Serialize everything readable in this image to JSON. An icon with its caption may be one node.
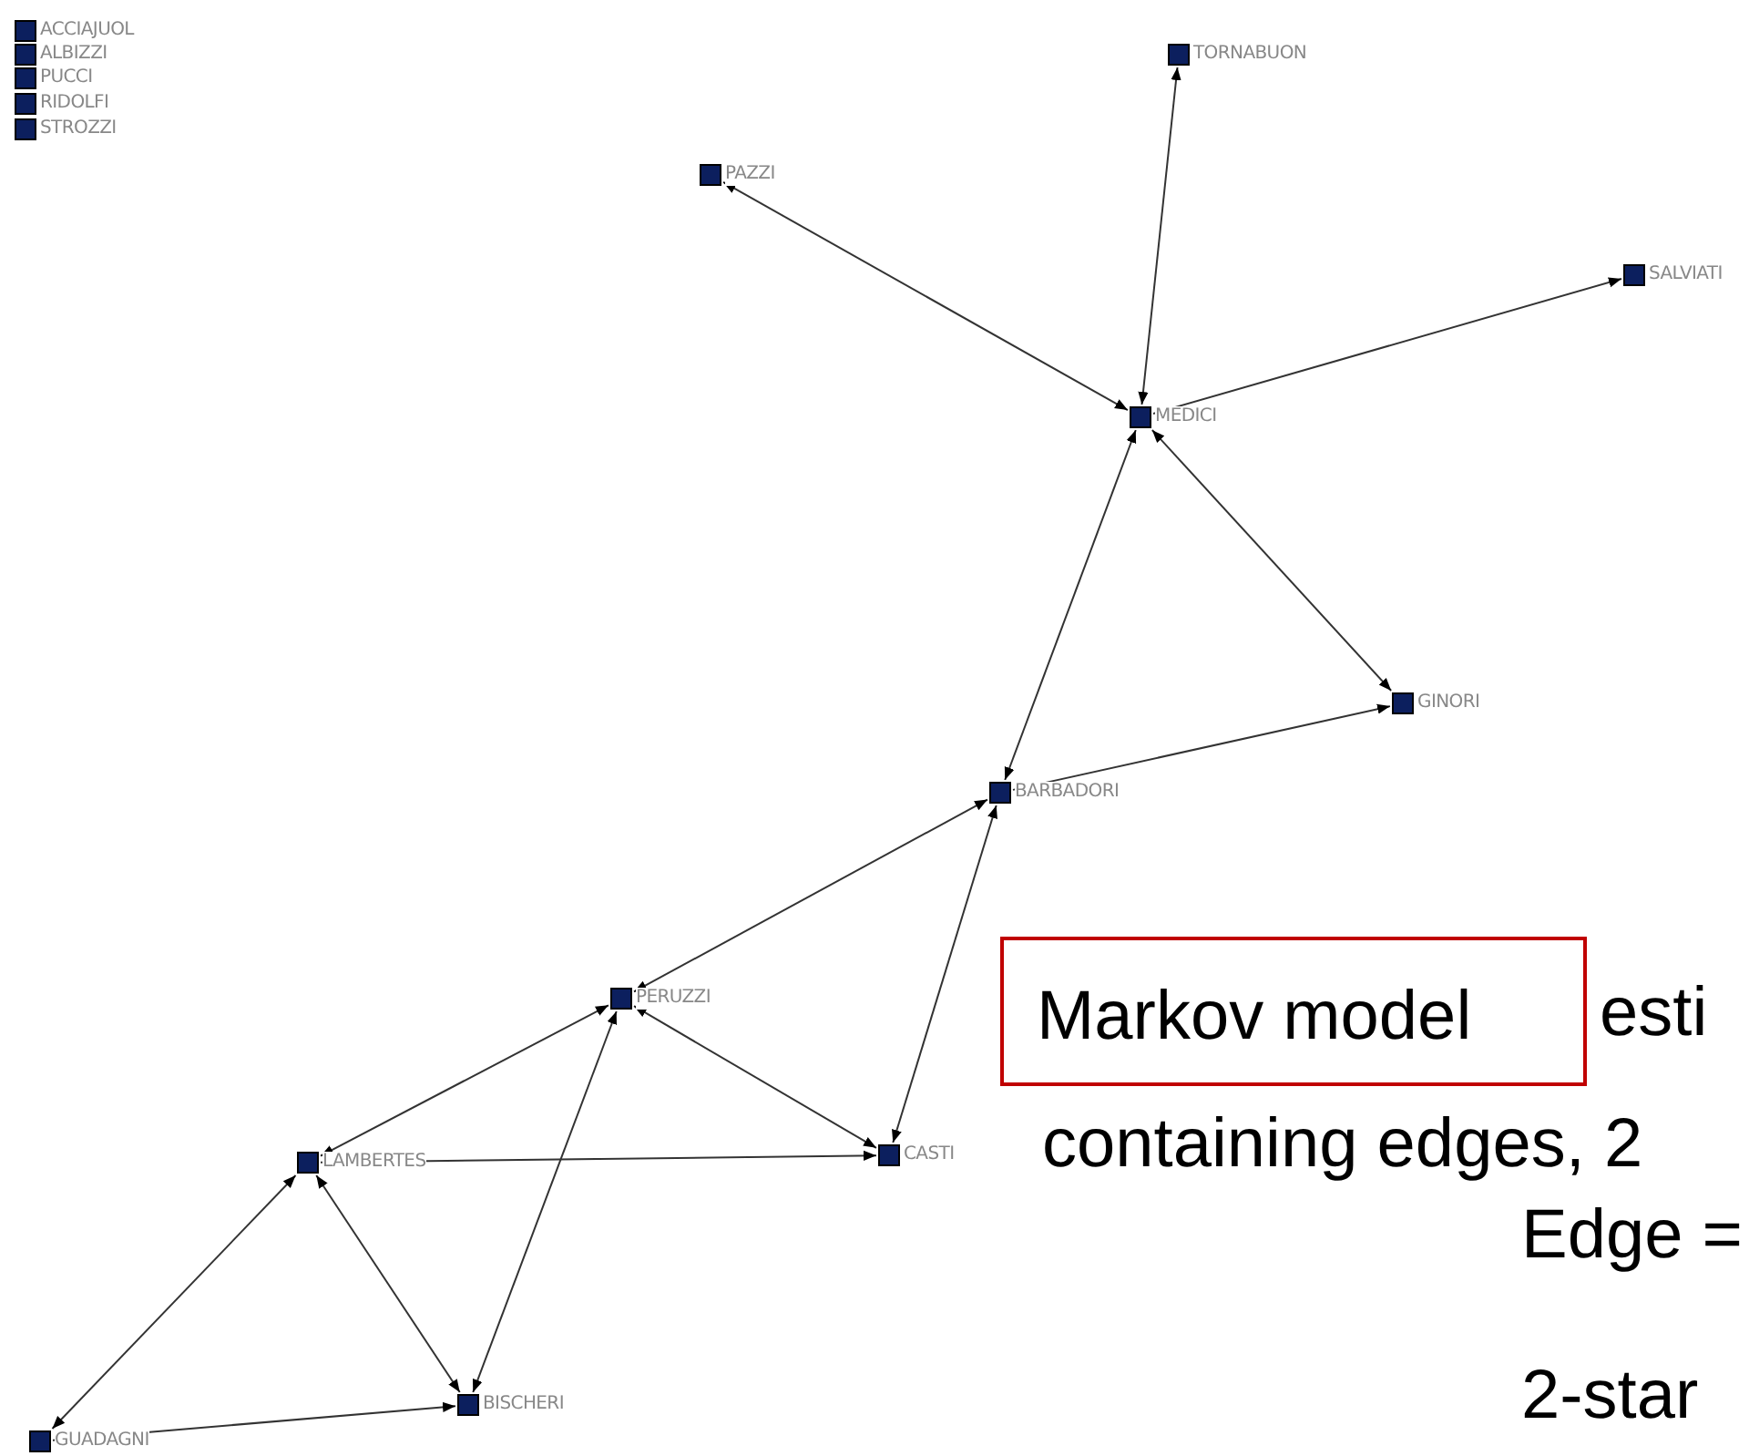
{
  "diagram": {
    "nodes": [
      {
        "text": [
          "ACCIAJUOL"
        ]
      },
      {
        "text": [
          "ALBIZZI"
        ]
      },
      {
        "text": [
          "PUCCI"
        ]
      },
      {
        "text": [
          "RIDOLFI"
        ]
      },
      {
        "text": [
          "STROZZI"
        ]
      },
      {
        "text": [
          "TORNABUON"
        ]
      },
      {
        "text": [
          "PAZZI"
        ]
      },
      {
        "text": [
          "SALVIATI"
        ]
      },
      {
        "text": [
          "MEDICI"
        ]
      },
      {
        "text": [
          "GINORI"
        ]
      },
      {
        "text": [
          "BARBADORI"
        ]
      },
      {
        "text": [
          "PERUZZI"
        ]
      },
      {
        "text": [
          "CASTI"
        ]
      },
      {
        "text": [
          "LAMBERTES"
        ]
      },
      {
        "text": [
          "BISCHERI"
        ]
      },
      {
        "text": [
          "GUADAGNI"
        ]
      },
      {
        "text": [
          "Markov model"
        ]
      }
    ],
    "edges": [
      {
        "from": 8,
        "to": 5,
        "arrow": "both"
      },
      {
        "from": 8,
        "to": 6,
        "arrow": "both"
      },
      {
        "from": 8,
        "to": 7,
        "arrow": "to"
      },
      {
        "from": 8,
        "to": 9,
        "arrow": "both"
      },
      {
        "from": 10,
        "to": 8,
        "arrow": "both"
      },
      {
        "from": 10,
        "to": 9,
        "arrow": "to"
      },
      {
        "from": 11,
        "to": 10,
        "arrow": "both"
      },
      {
        "from": 12,
        "to": 10,
        "arrow": "both"
      },
      {
        "from": 11,
        "to": 12,
        "arrow": "both"
      },
      {
        "from": 13,
        "to": 11,
        "arrow": "both"
      },
      {
        "from": 14,
        "to": 11,
        "arrow": "both"
      },
      {
        "from": 13,
        "to": 12,
        "arrow": "to"
      },
      {
        "from": 13,
        "to": 14,
        "arrow": "both"
      },
      {
        "from": 15,
        "to": 13,
        "arrow": "both"
      },
      {
        "from": 15,
        "to": 14,
        "arrow": "to"
      }
    ],
    "labels": [
      "esti",
      "containing edges, 2",
      "Edge =",
      "2-star"
    ]
  }
}
